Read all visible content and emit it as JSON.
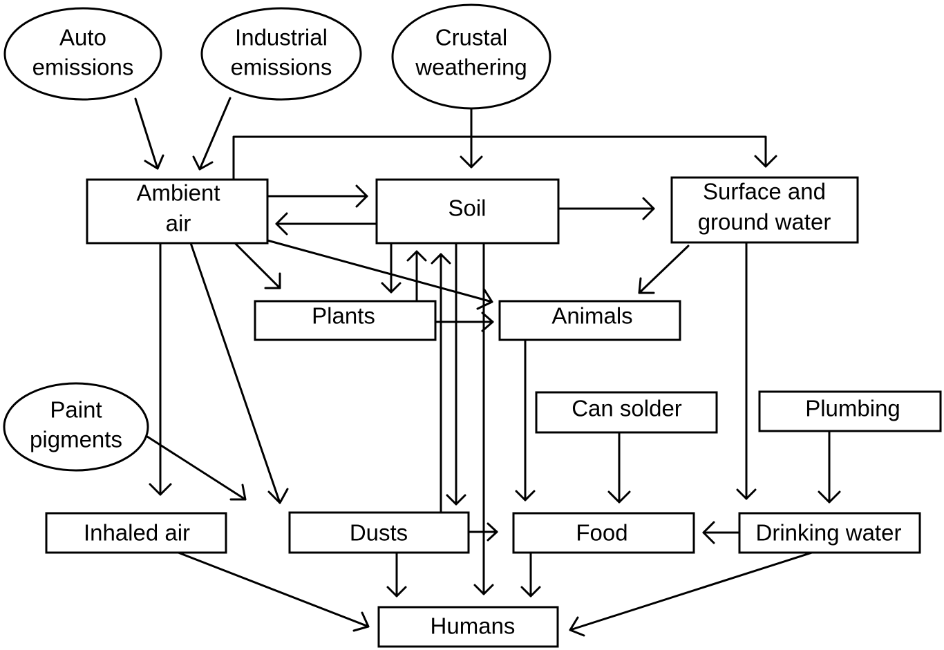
{
  "nodes": {
    "auto_emissions": [
      "Auto",
      "emissions"
    ],
    "industrial_emissions": [
      "Industrial",
      "emissions"
    ],
    "crustal_weathering": [
      "Crustal",
      "weathering"
    ],
    "ambient_air": [
      "Ambient",
      "air"
    ],
    "soil": [
      "Soil"
    ],
    "surface_ground_water": [
      "Surface and",
      "ground water"
    ],
    "plants": [
      "Plants"
    ],
    "animals": [
      "Animals"
    ],
    "can_solder": [
      "Can solder"
    ],
    "plumbing": [
      "Plumbing"
    ],
    "paint_pigments": [
      "Paint",
      "pigments"
    ],
    "inhaled_air": [
      "Inhaled air"
    ],
    "dusts": [
      "Dusts"
    ],
    "food": [
      "Food"
    ],
    "drinking_water": [
      "Drinking water"
    ],
    "humans": [
      "Humans"
    ]
  },
  "edges": [
    [
      "auto_emissions",
      "ambient_air"
    ],
    [
      "industrial_emissions",
      "ambient_air"
    ],
    [
      "crustal_weathering",
      "soil"
    ],
    [
      "ambient_air",
      "surface_ground_water"
    ],
    [
      "ambient_air",
      "soil"
    ],
    [
      "soil",
      "ambient_air"
    ],
    [
      "soil",
      "surface_ground_water"
    ],
    [
      "ambient_air",
      "plants"
    ],
    [
      "ambient_air",
      "animals"
    ],
    [
      "ambient_air",
      "inhaled_air"
    ],
    [
      "ambient_air",
      "dusts"
    ],
    [
      "soil",
      "plants"
    ],
    [
      "plants",
      "soil"
    ],
    [
      "dusts",
      "soil"
    ],
    [
      "soil",
      "dusts"
    ],
    [
      "soil",
      "humans"
    ],
    [
      "plants",
      "animals"
    ],
    [
      "surface_ground_water",
      "animals"
    ],
    [
      "surface_ground_water",
      "drinking_water"
    ],
    [
      "animals",
      "food"
    ],
    [
      "can_solder",
      "food"
    ],
    [
      "plumbing",
      "drinking_water"
    ],
    [
      "paint_pigments",
      "dusts"
    ],
    [
      "dusts",
      "food"
    ],
    [
      "drinking_water",
      "food"
    ],
    [
      "inhaled_air",
      "humans"
    ],
    [
      "dusts",
      "humans"
    ],
    [
      "food",
      "humans"
    ],
    [
      "drinking_water",
      "humans"
    ]
  ]
}
